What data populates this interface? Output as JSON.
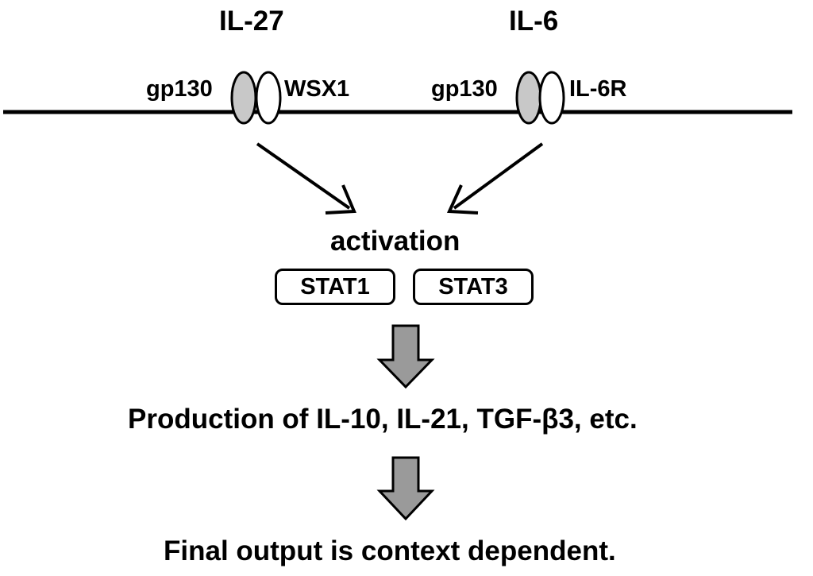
{
  "ligands": [
    {
      "name": "IL-27",
      "receptors": [
        "gp130",
        "WSX1"
      ]
    },
    {
      "name": "IL-6",
      "receptors": [
        "gp130",
        "IL-6R"
      ]
    }
  ],
  "activation_label": "activation",
  "stats": [
    "STAT1",
    "STAT3"
  ],
  "production_text": "Production of IL-10, IL-21, TGF-β3, etc.",
  "final_text": "Final output is context dependent.",
  "colors": {
    "gp130_fill": "#c8c8c8",
    "block_arrow_fill": "#9a9a9a",
    "line": "#000000"
  }
}
